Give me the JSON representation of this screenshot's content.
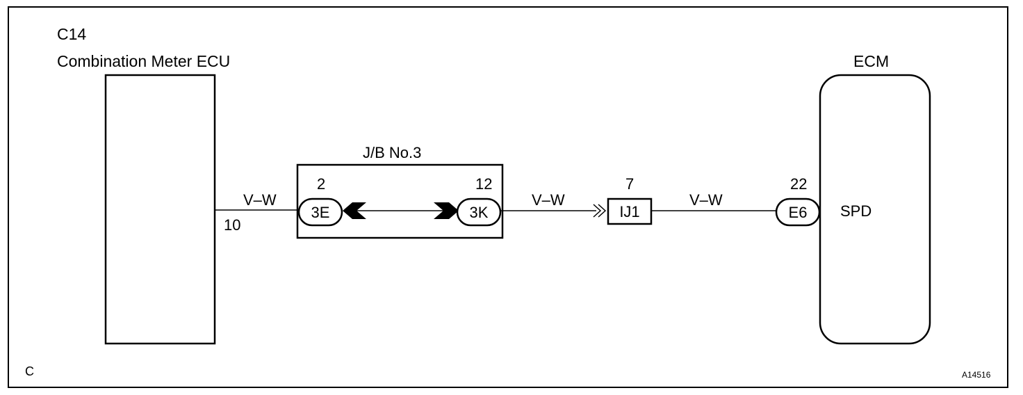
{
  "meter": {
    "code": "C14",
    "name": "Combination Meter ECU",
    "pin": "10"
  },
  "wires": {
    "w1": "V–W",
    "w2": "V–W",
    "w3": "V–W"
  },
  "jb": {
    "title": "J/B No.3",
    "left_pin": "2",
    "left_conn": "3E",
    "right_pin": "12",
    "right_conn": "3K"
  },
  "ij": {
    "pin": "7",
    "label": "IJ1"
  },
  "ecm": {
    "title": "ECM",
    "pin": "22",
    "conn": "E6",
    "terminal": "SPD"
  },
  "footer": {
    "left": "C",
    "ref": "A14516"
  }
}
